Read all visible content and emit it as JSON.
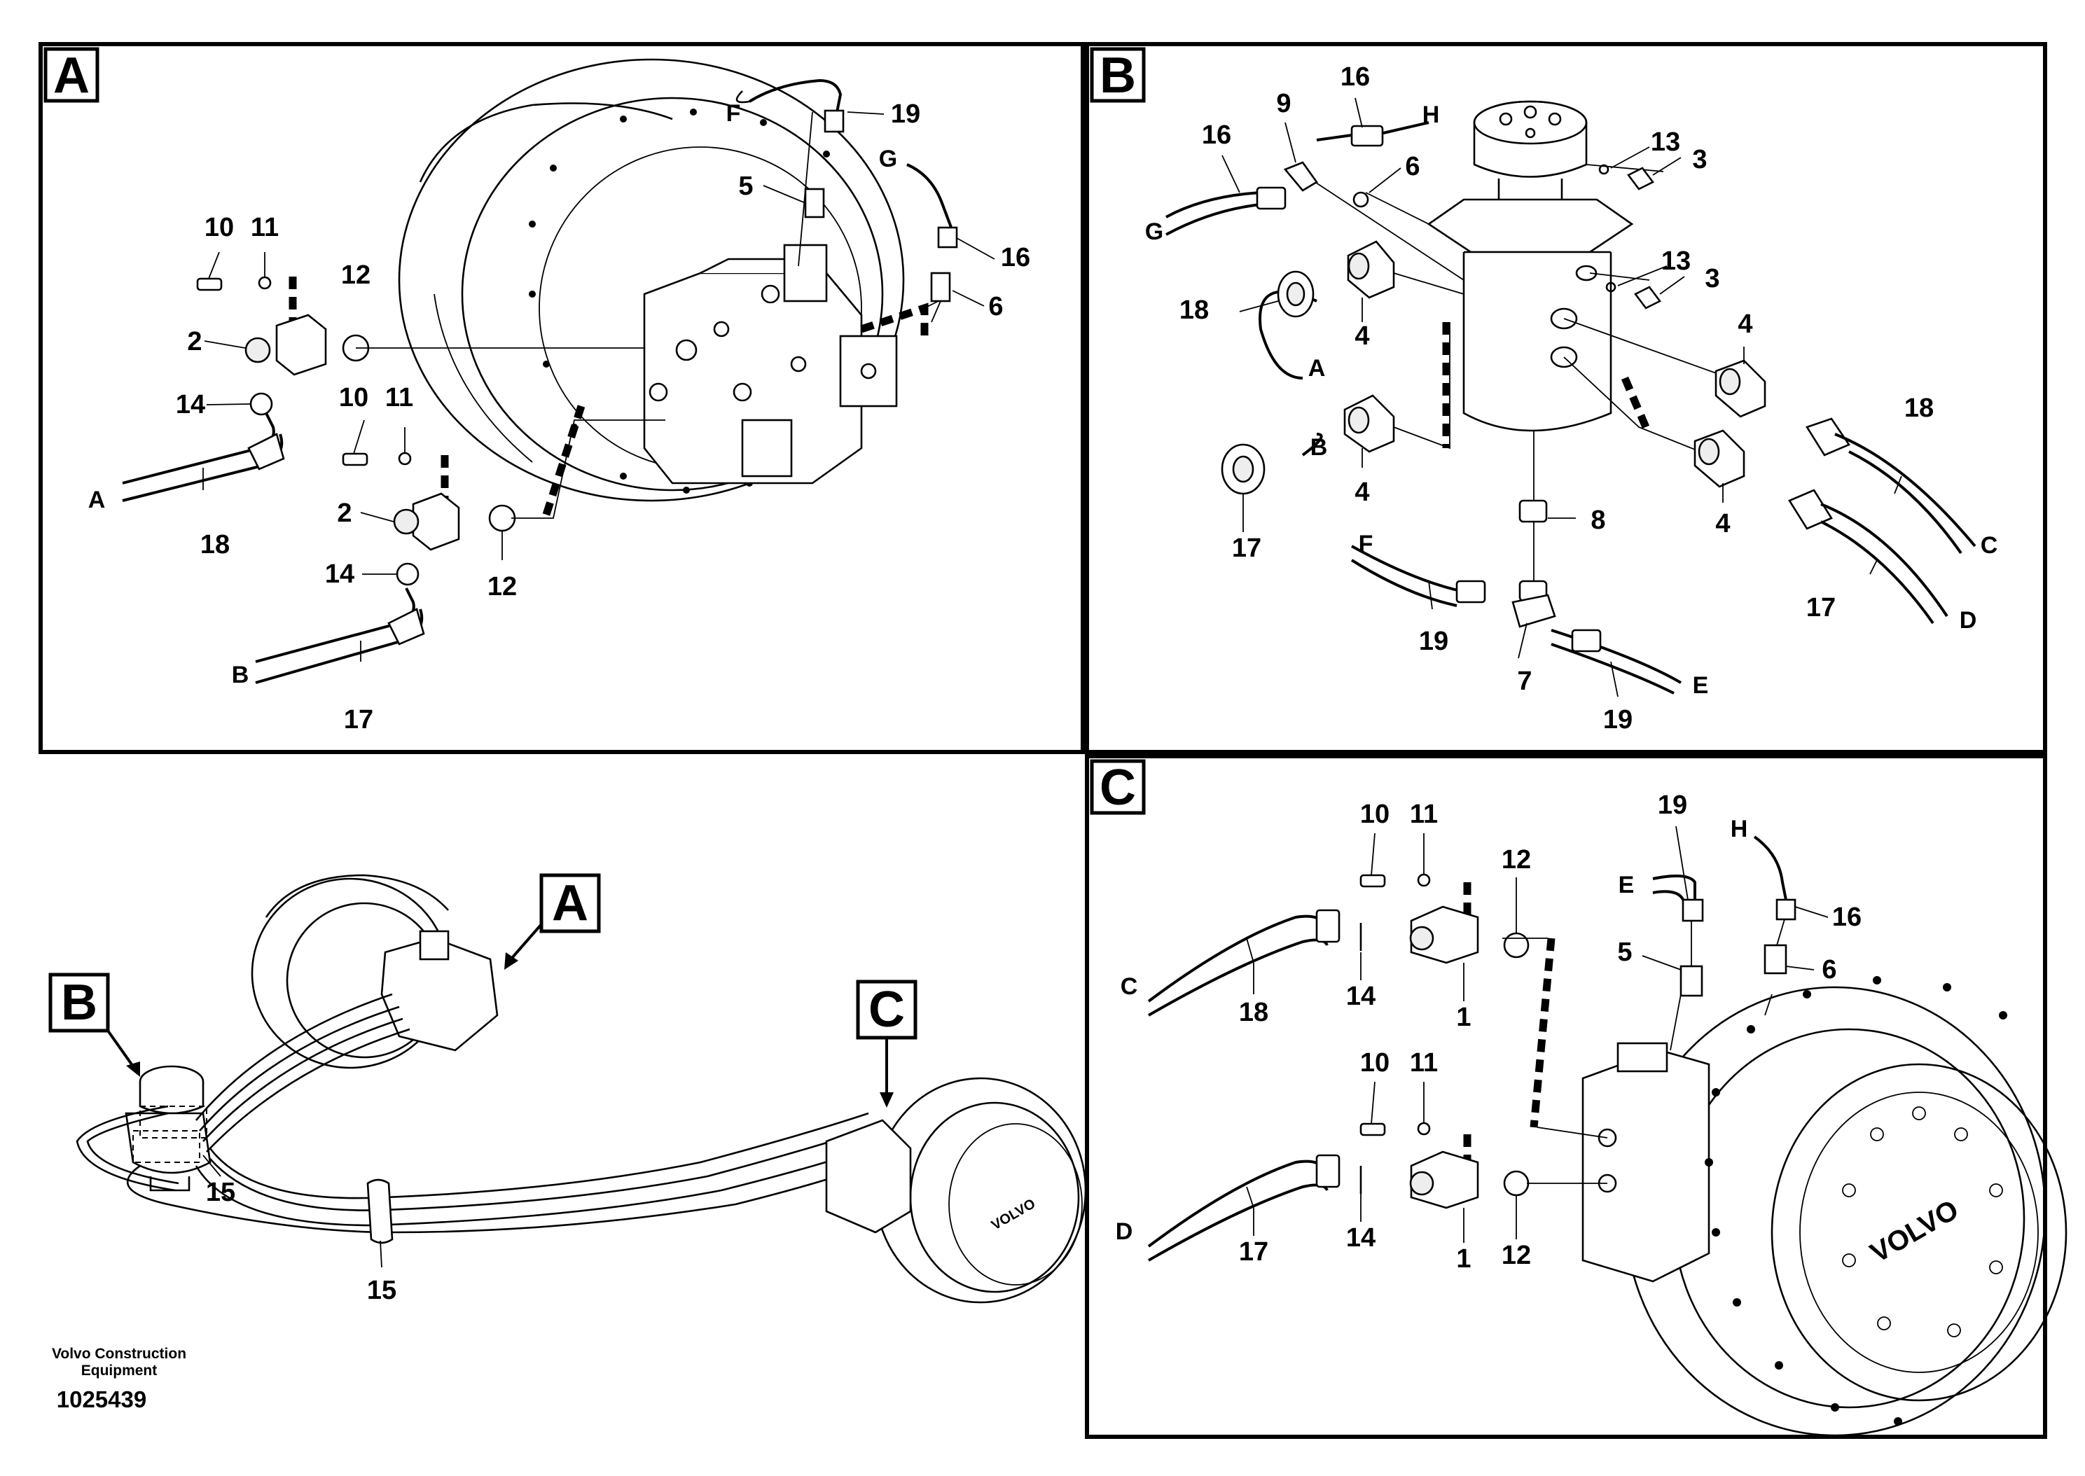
{
  "panels": {
    "A": {
      "letter": "A",
      "callouts": {
        "p10a": "10",
        "p11a": "11",
        "p12a": "12",
        "p2a": "2",
        "p14a": "14",
        "p18": "18",
        "p10b": "10",
        "p11b": "11",
        "p2b": "2",
        "p12b": "12",
        "p14b": "14",
        "p17": "17",
        "p19": "19",
        "p5": "5",
        "p16": "16",
        "p6": "6"
      },
      "ports": {
        "A": "A",
        "B": "B",
        "F": "F",
        "G": "G"
      }
    },
    "B": {
      "letter": "B",
      "callouts": {
        "p16a": "16",
        "p9": "9",
        "p16b": "16",
        "p6": "6",
        "p13a": "13",
        "p3a": "3",
        "p13b": "13",
        "p3b": "3",
        "p18a": "18",
        "p4a": "4",
        "p4b": "4",
        "p17a": "17",
        "p4c": "4",
        "p18b": "18",
        "p4d": "4",
        "p17b": "17",
        "p8": "8",
        "p19a": "19",
        "p7": "7",
        "p19b": "19"
      },
      "ports": {
        "G": "G",
        "H": "H",
        "A": "A",
        "B": "B",
        "C": "C",
        "D": "D",
        "E": "E",
        "F": "F"
      }
    },
    "C": {
      "letter": "C",
      "callouts": {
        "p10a": "10",
        "p11a": "11",
        "p12a": "12",
        "p19": "19",
        "p16": "16",
        "p5": "5",
        "p6": "6",
        "p18": "18",
        "p14a": "14",
        "p1a": "1",
        "p10b": "10",
        "p11b": "11",
        "p17": "17",
        "p14b": "14",
        "p1b": "1",
        "p12b": "12"
      },
      "ports": {
        "C": "C",
        "D": "D",
        "E": "E",
        "H": "H"
      }
    },
    "overview": {
      "letters": {
        "A": "A",
        "B": "B",
        "C": "C"
      },
      "callouts": {
        "p15a": "15",
        "p15b": "15"
      }
    }
  },
  "footer": {
    "company_line1": "Volvo Construction",
    "company_line2": "Equipment",
    "drawing_number": "1025439"
  }
}
